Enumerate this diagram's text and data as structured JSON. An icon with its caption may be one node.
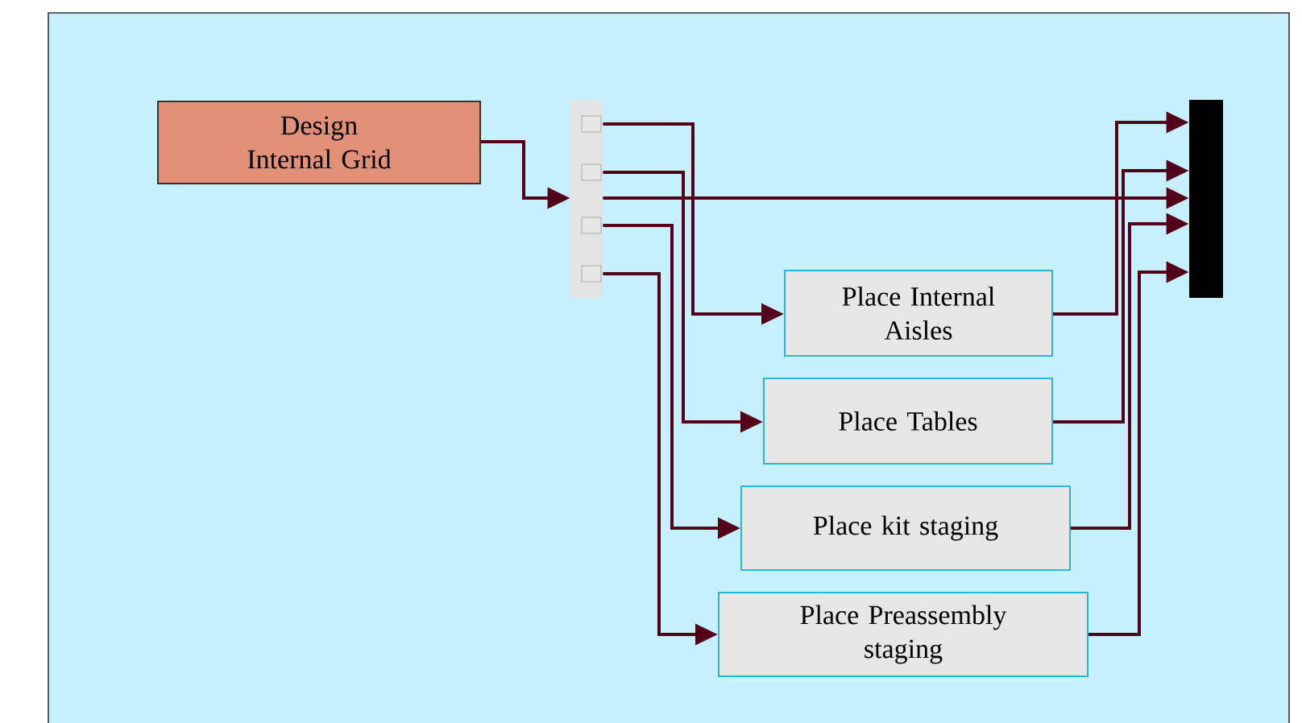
{
  "diagram": {
    "nodes": [
      {
        "text": [
          "Design Internal Grid"
        ]
      },
      {
        "text": [],
        "shape": "bar"
      },
      {
        "text": [
          "Place Internal Aisles"
        ]
      },
      {
        "text": [
          "Place Tables"
        ]
      },
      {
        "text": [
          "Place kit staging"
        ]
      },
      {
        "text": [
          "Place Preassembly staging"
        ]
      },
      {
        "text": [],
        "shape": "bar"
      }
    ],
    "edges": [
      {
        "from": 0,
        "to": 1,
        "arrow": "to"
      },
      {
        "from": 1,
        "to": 2,
        "arrow": "to"
      },
      {
        "from": 1,
        "to": 3,
        "arrow": "to"
      },
      {
        "from": 1,
        "to": 4,
        "arrow": "to"
      },
      {
        "from": 1,
        "to": 5,
        "arrow": "to"
      },
      {
        "from": 1,
        "to": 6,
        "arrow": "to"
      },
      {
        "from": 2,
        "to": 6,
        "arrow": "to"
      },
      {
        "from": 3,
        "to": 6,
        "arrow": "to"
      },
      {
        "from": 4,
        "to": 6,
        "arrow": "to"
      },
      {
        "from": 5,
        "to": 6,
        "arrow": "to"
      }
    ]
  }
}
